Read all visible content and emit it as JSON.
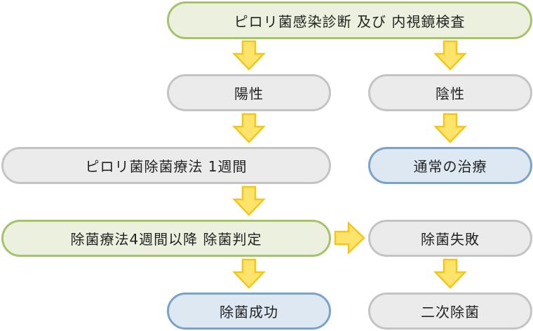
{
  "nodes": {
    "diagnosis": "ピロリ菌感染診断 及び 内視鏡検査",
    "positive": "陽性",
    "negative": "陰性",
    "eradication_therapy": "ピロリ菌除菌療法 1週間",
    "normal_treatment": "通常の治療",
    "judgement": "除菌療法4週間以降 除菌判定",
    "failure": "除菌失敗",
    "success": "除菌成功",
    "second_eradication": "二次除菌"
  },
  "colors": {
    "start_fill": "#ebf1de",
    "neutral_fill": "#ebebeb",
    "end_fill": "#dde8f3",
    "arrow_fill": "#ffe46b",
    "arrow_stroke": "#f5c518"
  }
}
